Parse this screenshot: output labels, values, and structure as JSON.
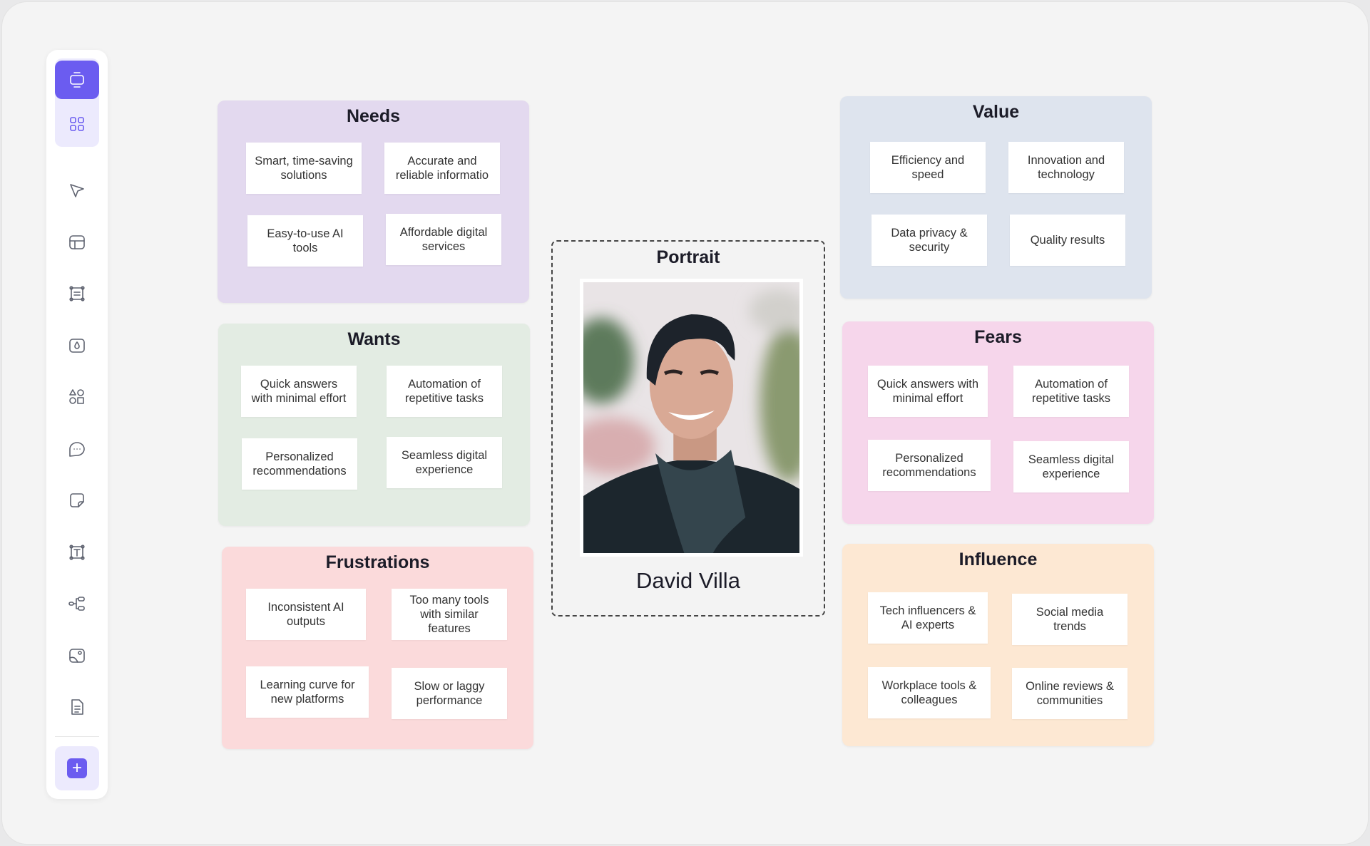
{
  "colors": {
    "accent": "#6b5cf0",
    "needs": "#e3d9ef",
    "wants": "#e3ece3",
    "frustrations": "#fbdadb",
    "value": "#dee4ee",
    "fears": "#f6d6eb",
    "influence": "#fde8d3"
  },
  "sidebar": {
    "items": [
      {
        "icon": "presentation-icon",
        "active": true
      },
      {
        "icon": "grid-icon"
      },
      {
        "icon": "cursor-icon"
      },
      {
        "icon": "layout-icon"
      },
      {
        "icon": "frame-icon"
      },
      {
        "icon": "drop-icon"
      },
      {
        "icon": "shapes-icon"
      },
      {
        "icon": "comment-icon"
      },
      {
        "icon": "sticky-note-icon"
      },
      {
        "icon": "text-box-icon"
      },
      {
        "icon": "mind-map-icon"
      },
      {
        "icon": "image-icon"
      },
      {
        "icon": "document-icon"
      }
    ],
    "add_label": "+"
  },
  "sections": {
    "needs": {
      "title": "Needs",
      "notes": [
        "Smart, time-saving solutions",
        "Accurate and reliable informatio",
        "Easy-to-use AI tools",
        "Affordable digital services"
      ]
    },
    "wants": {
      "title": "Wants",
      "notes": [
        "Quick answers with minimal effort",
        "Automation of repetitive tasks",
        "Personalized recommendations",
        "Seamless digital experience"
      ]
    },
    "frustrations": {
      "title": "Frustrations",
      "notes": [
        "Inconsistent AI outputs",
        "Too many tools with similar features",
        "Learning curve for new platforms",
        "Slow or laggy performance"
      ]
    },
    "value": {
      "title": "Value",
      "notes": [
        "Efficiency and speed",
        "Innovation and technology",
        "Data privacy & security",
        "Quality results"
      ]
    },
    "fears": {
      "title": "Fears",
      "notes": [
        "Quick answers with minimal effort",
        "Automation of repetitive tasks",
        "Personalized recommendations",
        "Seamless digital experience"
      ]
    },
    "influence": {
      "title": "Influence",
      "notes": [
        "Tech influencers & AI experts",
        "Social media trends",
        "Workplace tools & colleagues",
        "Online reviews & communities"
      ]
    }
  },
  "portrait": {
    "title": "Portrait",
    "name": "David Villa"
  }
}
